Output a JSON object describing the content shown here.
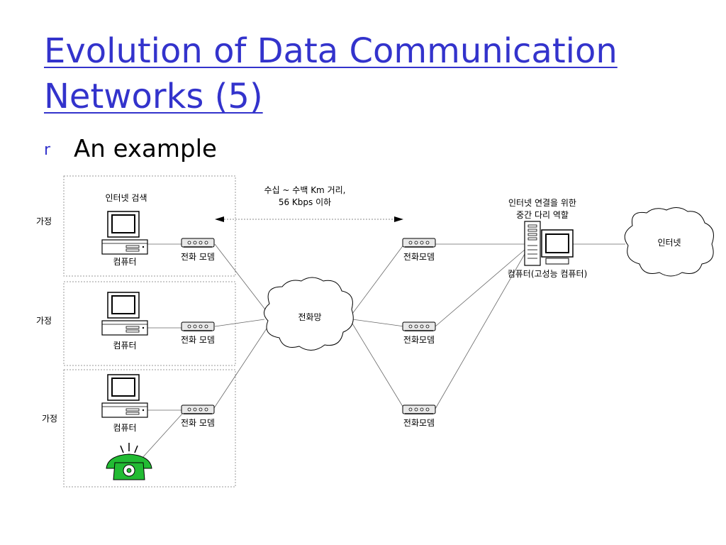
{
  "slide": {
    "title": "Evolution of Data Communication Networks (5)",
    "bullet_marker": "r",
    "bullet_text": "An example"
  },
  "diagram": {
    "top_label": "인터넷 검색",
    "homes": [
      {
        "label": "가정",
        "computer_label": "컴퓨터",
        "modem_label": "전화 모뎀"
      },
      {
        "label": "가정",
        "computer_label": "컴퓨터",
        "modem_label": "전화 모뎀"
      },
      {
        "label": "가정",
        "computer_label": "컴퓨터",
        "modem_label": "전화 모뎀"
      }
    ],
    "distance_note": [
      "수십 ~ 수백 Km 거리,",
      "56 Kbps 이하"
    ],
    "phone_network": "전화망",
    "server_modems": [
      "전화모뎀",
      "전화모뎀",
      "전화모뎀"
    ],
    "server_note": [
      "인터넷 연결을 위한",
      "중간 다리 역할"
    ],
    "server_label": "컴퓨터(고성능 컴퓨터)",
    "internet": "인터넷"
  },
  "colors": {
    "title": "#3333cc",
    "phone": "#22bb33",
    "line": "#666666"
  },
  "icons": [
    "desktop-computer-icon",
    "modem-icon",
    "telephone-icon",
    "server-tower-icon",
    "cloud-icon",
    "double-arrow-icon"
  ]
}
